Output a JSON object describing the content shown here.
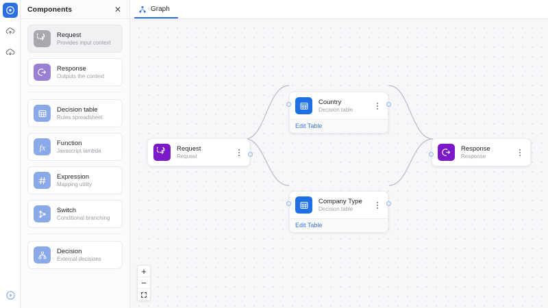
{
  "rail": {
    "items": [
      {
        "name": "target-circle-icon",
        "active": true
      },
      {
        "name": "cloud-upload-icon",
        "active": false
      },
      {
        "name": "cloud-download-icon",
        "active": false
      }
    ],
    "bottom": {
      "name": "play-circle-icon"
    }
  },
  "panel": {
    "title": "Components",
    "close_label": "✕",
    "groups": [
      {
        "items": [
          {
            "name": "Request",
            "desc": "Provides input context",
            "icon": "request-icon",
            "color": "#a8a8ae",
            "muted": true
          },
          {
            "name": "Response",
            "desc": "Outputs the context",
            "icon": "response-icon",
            "color": "#9b7fd4",
            "muted": false
          }
        ]
      },
      {
        "items": [
          {
            "name": "Decision table",
            "desc": "Rules spreadsheet",
            "icon": "table-icon",
            "color": "#8aa9e8",
            "muted": false
          },
          {
            "name": "Function",
            "desc": "Javascript lambda",
            "icon": "function-icon",
            "color": "#8aa9e8",
            "muted": false
          },
          {
            "name": "Expression",
            "desc": "Mapping utility",
            "icon": "expression-icon",
            "color": "#8aa9e8",
            "muted": false
          },
          {
            "name": "Switch",
            "desc": "Conditional branching",
            "icon": "switch-icon",
            "color": "#8aa9e8",
            "muted": false
          }
        ]
      },
      {
        "items": [
          {
            "name": "Decision",
            "desc": "External decisions",
            "icon": "decision-icon",
            "color": "#8aa9e8",
            "muted": false
          }
        ]
      }
    ]
  },
  "tabs": [
    {
      "label": "Graph",
      "icon": "graph-icon",
      "active": true
    }
  ],
  "graph": {
    "nodes": [
      {
        "id": "request",
        "title": "Request",
        "subtitle": "Request",
        "icon": "request-icon",
        "color": "#7b19c9",
        "footer": null
      },
      {
        "id": "country",
        "title": "Country",
        "subtitle": "Decision table",
        "icon": "table-icon",
        "color": "#1f6fe5",
        "footer": "Edit Table"
      },
      {
        "id": "company-type",
        "title": "Company Type",
        "subtitle": "Decision table",
        "icon": "table-icon",
        "color": "#1f6fe5",
        "footer": "Edit Table"
      },
      {
        "id": "response",
        "title": "Response",
        "subtitle": "Response",
        "icon": "response-icon",
        "color": "#7b19c9",
        "footer": null
      }
    ]
  },
  "zoom_controls": {
    "zoom_in": "+",
    "zoom_out": "−",
    "fit_view": "fit-view"
  },
  "colors": {
    "accent": "#2b6fe3",
    "link": "#3a74d6",
    "canvas_bg": "#f7f7f9",
    "grid_dot": "#dedee5",
    "edge": "#b9b9c2",
    "node_purple": "#7b19c9",
    "node_blue": "#1f6fe5"
  }
}
